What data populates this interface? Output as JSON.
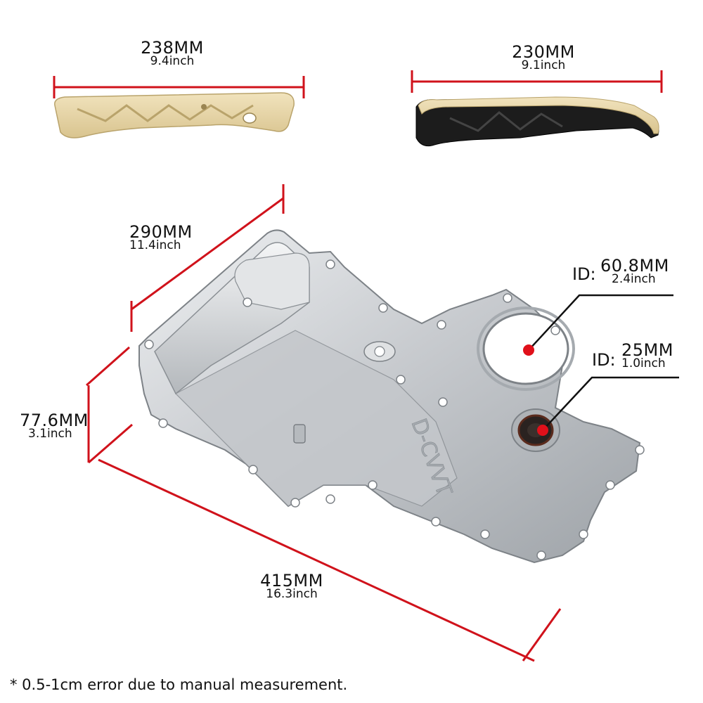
{
  "dimensions": {
    "guide_left": {
      "mm": "238MM",
      "inch": "9.4inch"
    },
    "guide_right": {
      "mm": "230MM",
      "inch": "9.1inch"
    },
    "cover_depth": {
      "mm": "290MM",
      "inch": "11.4inch"
    },
    "cover_height": {
      "mm": "77.6MM",
      "inch": "3.1inch"
    },
    "cover_length": {
      "mm": "415MM",
      "inch": "16.3inch"
    },
    "bore_large": {
      "prefix": "ID:",
      "mm": "60.8MM",
      "inch": "2.4inch"
    },
    "bore_small": {
      "prefix": "ID:",
      "mm": "25MM",
      "inch": "1.0inch"
    }
  },
  "cover_marking": "D-CVVT",
  "footnote": "* 0.5-1cm error due to manual measurement.",
  "colors": {
    "dimension_line": "#d0121b",
    "guide_beige": "#e8d6a8",
    "guide_black": "#1c1c1c",
    "aluminum": "#c9ccd0",
    "callout_dot": "#e0101a"
  }
}
